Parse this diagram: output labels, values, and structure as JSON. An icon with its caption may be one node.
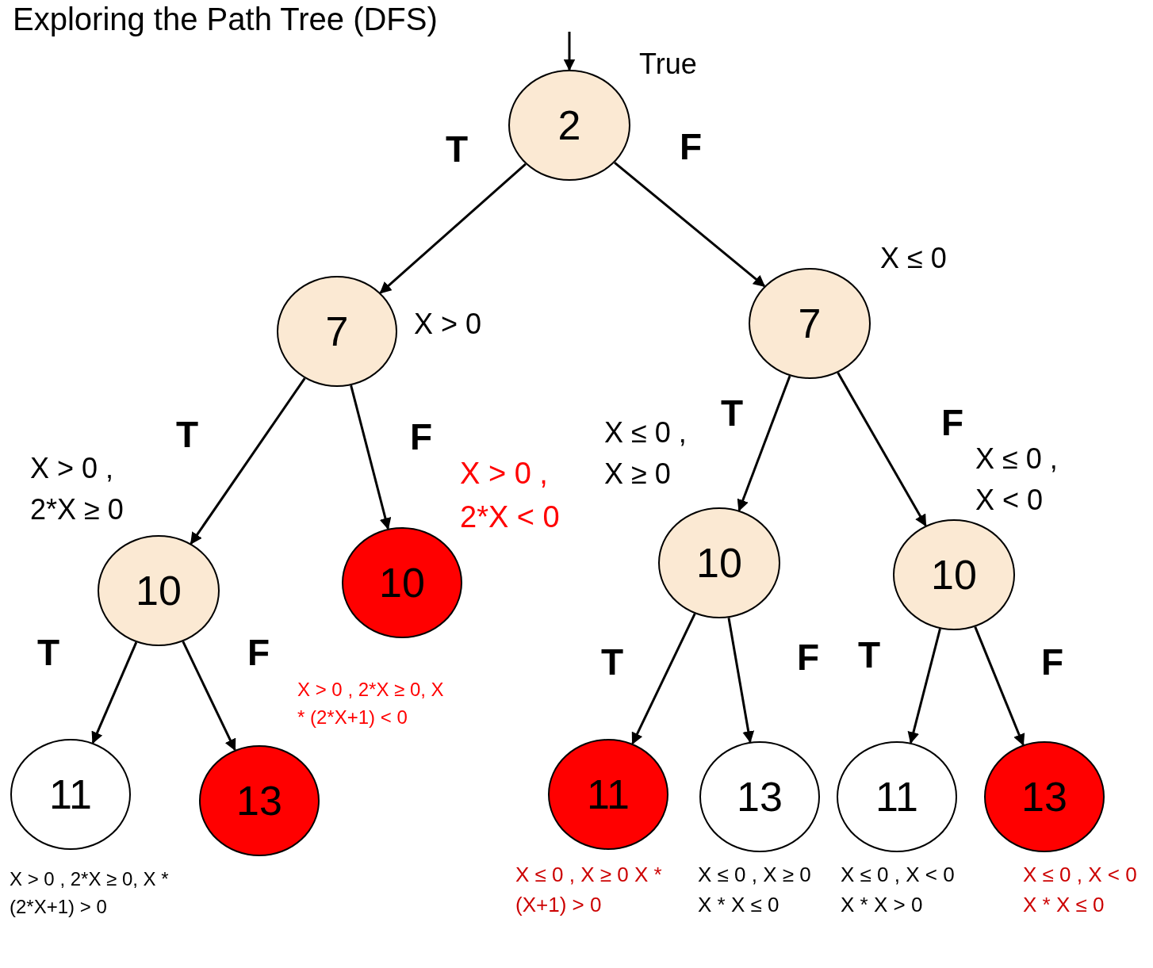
{
  "diagram": {
    "title": "Exploring the Path Tree (DFS)",
    "nodes": [
      {
        "text": [
          "2"
        ],
        "beside": [
          "True"
        ]
      },
      {
        "text": [
          "7"
        ],
        "beside": [
          "X > 0"
        ]
      },
      {
        "text": [
          "7"
        ],
        "beside": [
          "X ≤ 0"
        ]
      },
      {
        "text": [
          "10"
        ],
        "beside": [
          "X > 0 , 2*X ≥ 0"
        ]
      },
      {
        "text": [
          "10"
        ],
        "beside": [
          "X > 0 , 2*X < 0"
        ]
      },
      {
        "text": [
          "10"
        ],
        "beside": [
          "X ≤ 0 , X ≥ 0"
        ]
      },
      {
        "text": [
          "10"
        ],
        "beside": [
          "X ≤ 0 , X < 0"
        ]
      },
      {
        "text": [
          "11"
        ],
        "beside": [
          "X > 0 , 2*X ≥ 0, X * (2*X+1) > 0"
        ]
      },
      {
        "text": [
          "13"
        ],
        "beside": [
          "X > 0 , 2*X ≥ 0, X * (2*X+1) < 0"
        ]
      },
      {
        "text": [
          "11"
        ],
        "beside": [
          "X ≤ 0 , X ≥ 0 X * (X+1) > 0"
        ]
      },
      {
        "text": [
          "13"
        ],
        "beside": [
          "X ≤ 0 , X ≥ 0 X * X ≤ 0"
        ]
      },
      {
        "text": [
          "11"
        ],
        "beside": [
          "X ≤ 0 , X < 0 X * X > 0"
        ]
      },
      {
        "text": [
          "13"
        ],
        "beside": [
          "X ≤ 0 , X < 0 X * X ≤ 0"
        ]
      }
    ],
    "edges": [
      {
        "from": null,
        "to": 0,
        "arrow": "to"
      },
      {
        "from": 0,
        "to": 1,
        "arrow": "to",
        "label": "T"
      },
      {
        "from": 0,
        "to": 2,
        "arrow": "to",
        "label": "F"
      },
      {
        "from": 1,
        "to": 3,
        "arrow": "to",
        "label": "T"
      },
      {
        "from": 1,
        "to": 4,
        "arrow": "to",
        "label": "F"
      },
      {
        "from": 2,
        "to": 5,
        "arrow": "to",
        "label": "T"
      },
      {
        "from": 2,
        "to": 6,
        "arrow": "to",
        "label": "F"
      },
      {
        "from": 3,
        "to": 7,
        "arrow": "to",
        "label": "T"
      },
      {
        "from": 3,
        "to": 8,
        "arrow": "to",
        "label": "F"
      },
      {
        "from": 5,
        "to": 9,
        "arrow": "to",
        "label": "T"
      },
      {
        "from": 5,
        "to": 10,
        "arrow": "to",
        "label": "F"
      },
      {
        "from": 6,
        "to": 11,
        "arrow": "to",
        "label": "T"
      },
      {
        "from": 6,
        "to": 12,
        "arrow": "to",
        "label": "F"
      }
    ]
  }
}
